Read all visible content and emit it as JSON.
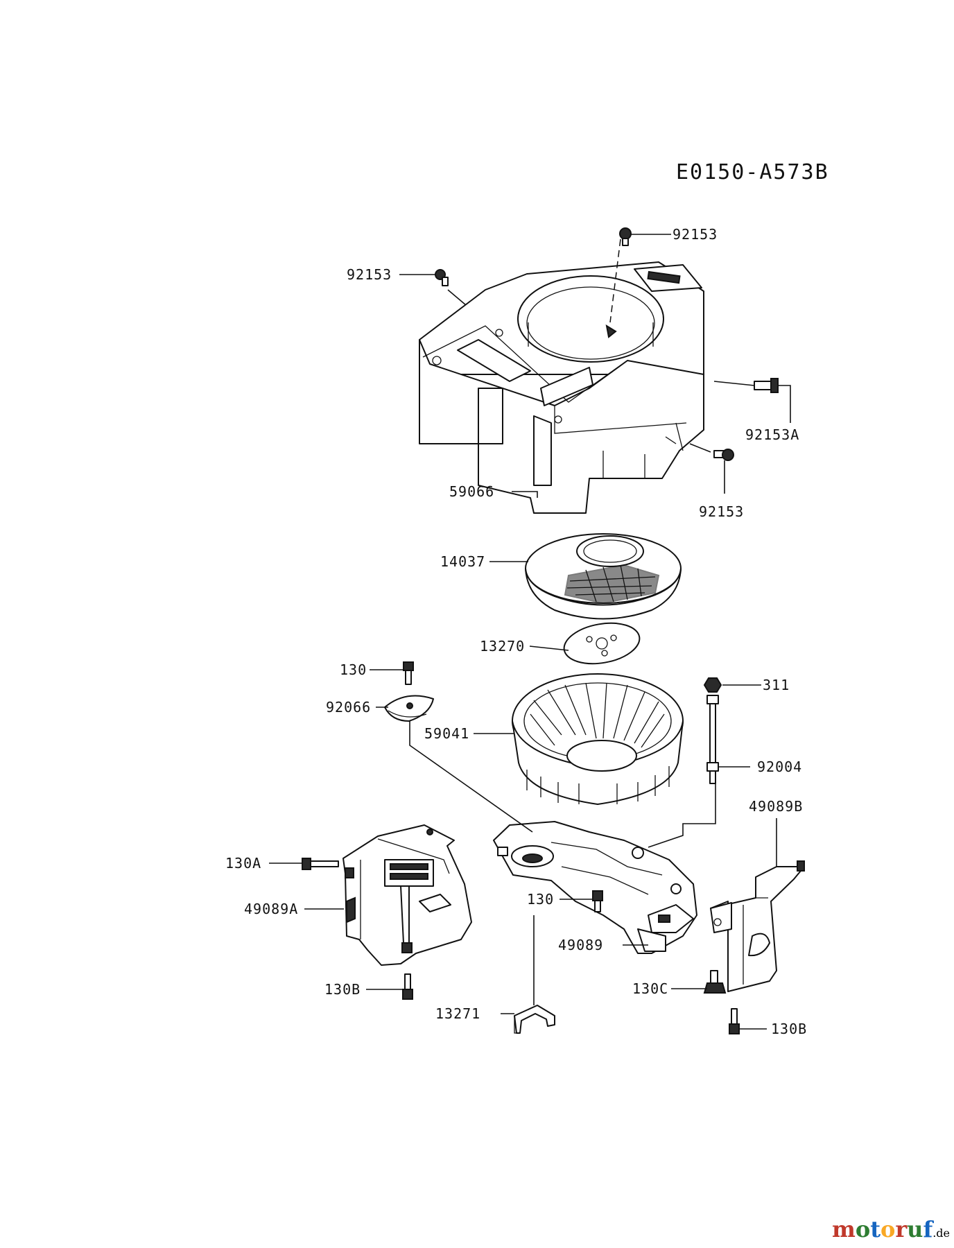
{
  "diagram": {
    "code": "E0150-A573B",
    "labels": {
      "p92153_top": "92153",
      "p92153_left": "92153",
      "p92153A": "92153A",
      "p92153_right": "92153",
      "p59066": "59066",
      "p14037": "14037",
      "p13270": "13270",
      "p130_top": "130",
      "p92066": "92066",
      "p59041": "59041",
      "p311": "311",
      "p92004": "92004",
      "p49089B": "49089B",
      "p130A": "130A",
      "p49089A": "49089A",
      "p130_mid": "130",
      "p49089": "49089",
      "p130B_left": "130B",
      "p130C": "130C",
      "p13271": "13271",
      "p130B_right": "130B"
    }
  },
  "brand": {
    "logo_text": "motoruf",
    "logo_suffix": ".de",
    "colors": {
      "m": "#c0392b",
      "o1": "#2e7d32",
      "t": "#1565c0",
      "o2": "#f9a825",
      "r": "#c0392b",
      "u": "#2e7d32",
      "f": "#1565c0"
    }
  }
}
